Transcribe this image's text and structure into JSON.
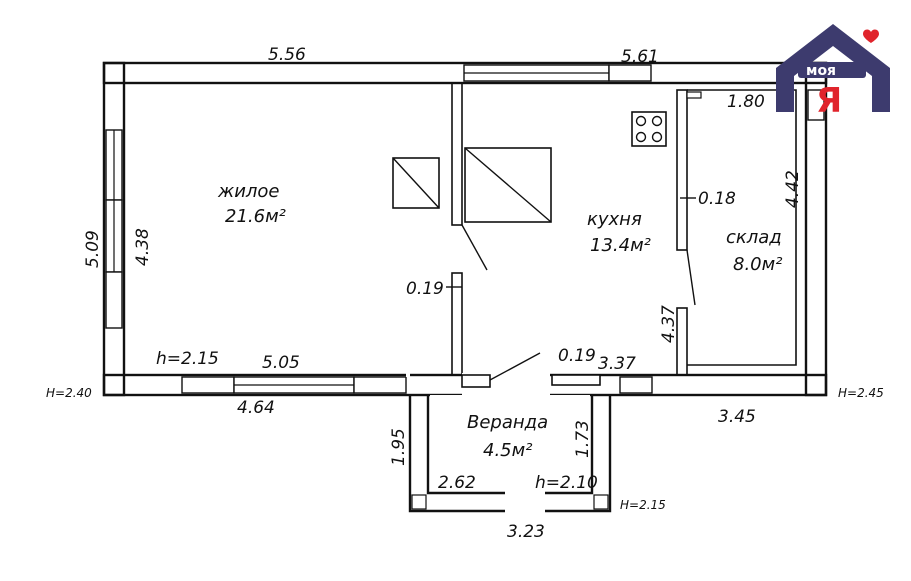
{
  "logo": {
    "text_top": "моя",
    "text_bottom": "Я",
    "color_house": "#3d3b6e",
    "color_accent": "#e0242c"
  },
  "rooms": {
    "living": {
      "name": "жилое",
      "area": "21.6м²"
    },
    "kitchen": {
      "name": "кухня",
      "area": "13.4м²"
    },
    "storage": {
      "name": "склад",
      "area": "8.0м²"
    },
    "veranda": {
      "name": "Веранда",
      "area": "4.5м²"
    }
  },
  "dimensions": {
    "top_left": "5.56",
    "top_right": "5.61",
    "storage_top": "1.80",
    "kitchen_wall": "0.18",
    "storage_height": "4.42",
    "left_outer": "5.09",
    "left_inner": "4.38",
    "partition_left": "0.19",
    "kitchen_storage_wall": "4.37",
    "left_door_height": "h=2.15",
    "bottom_inner_left": "5.05",
    "bottom_outer_left": "4.64",
    "veranda_wall": "0.19",
    "bottom_inner_right": "3.37",
    "bottom_outer_right": "3.45",
    "veranda_left": "1.95",
    "veranda_right": "1.73",
    "veranda_inner_width": "2.62",
    "veranda_door_height": "h=2.10",
    "veranda_outer_width": "3.23",
    "height_left": "H=2.40",
    "height_right": "H=2.45",
    "height_veranda": "H=2.15"
  }
}
